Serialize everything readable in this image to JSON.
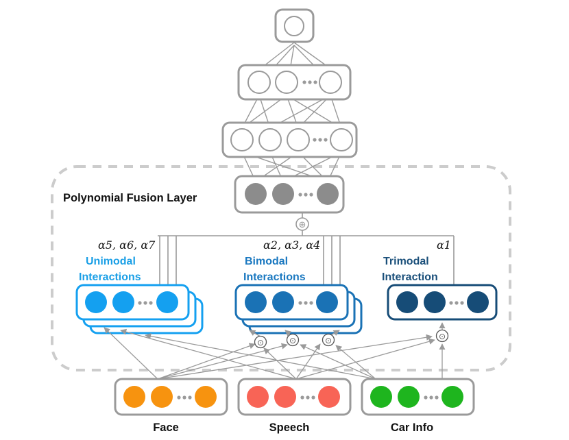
{
  "fusion_layer_label": "Polynomial Fusion Layer",
  "interactions": {
    "unimodal": {
      "line1": "Unimodal",
      "line2": "Interactions",
      "alphas": "α5, α6, α7",
      "color": "#1a9fe6",
      "node_color": "#14a0f0"
    },
    "bimodal": {
      "line1": "Bimodal",
      "line2": "Interactions",
      "alphas": "α2, α3, α4",
      "color": "#1a78c0",
      "node_color": "#1a72b5"
    },
    "trimodal": {
      "line1": "Trimodal",
      "line2": "Interaction",
      "alphas": "α1",
      "color": "#1a4f7a",
      "node_color": "#164c77"
    }
  },
  "inputs": {
    "face": {
      "label": "Face",
      "color": "#f7930f"
    },
    "speech": {
      "label": "Speech",
      "color": "#f86456"
    },
    "car_info": {
      "label": "Car Info",
      "color": "#1eb51e"
    }
  },
  "colors": {
    "structure_gray": "#9a9a9a",
    "fusion_node_fill": "#8c8c8c",
    "dashed_border": "#cccccc"
  },
  "symbols": {
    "sum": "⊕",
    "product": "⊙"
  }
}
